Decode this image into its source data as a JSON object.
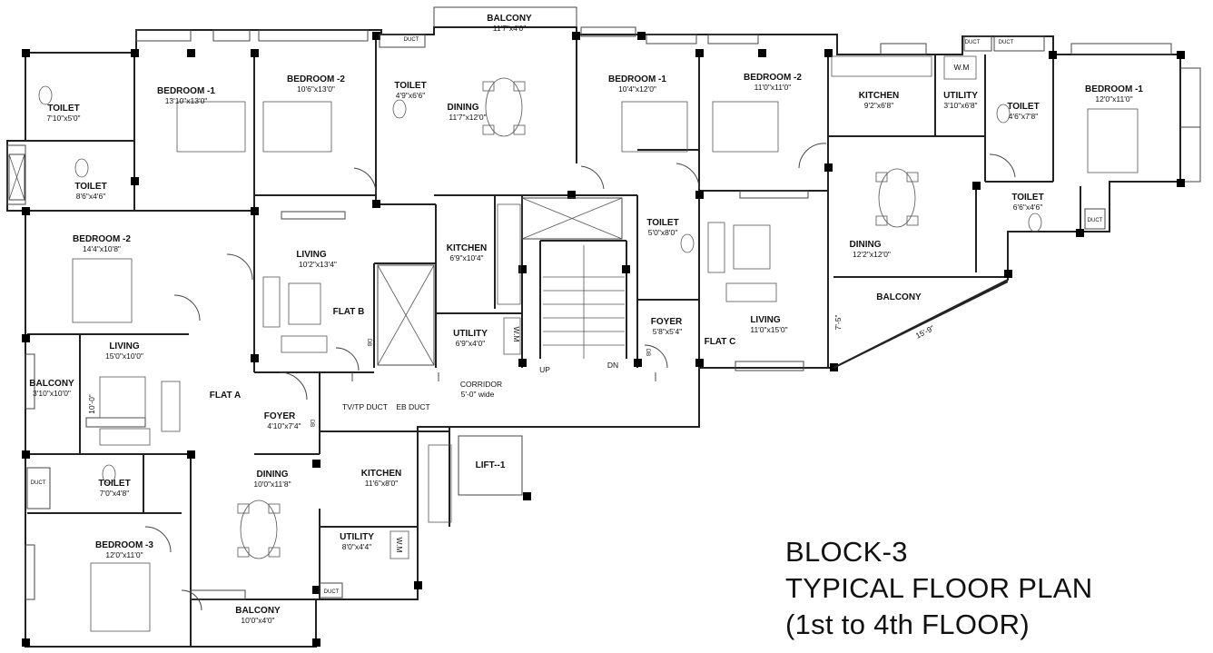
{
  "title": {
    "line1": "BLOCK-3",
    "line2": "TYPICAL FLOOR PLAN",
    "line3": "(1st to 4th FLOOR)"
  },
  "flat_a": {
    "tag": "FLAT A",
    "rooms": [
      {
        "name": "TOILET",
        "dim": "7'10\"x5'0\""
      },
      {
        "name": "BEDROOM -1",
        "dim": "13'10\"x13'0\""
      },
      {
        "name": "TOILET",
        "dim": "8'6\"x4'6\""
      },
      {
        "name": "BEDROOM -2",
        "dim": "14'4\"x10'8\""
      },
      {
        "name": "LIVING",
        "dim": "15'0\"x10'0\""
      },
      {
        "name": "BALCONY",
        "dim": "3'10\"x10'0\""
      },
      {
        "name": "TOILET",
        "dim": "7'0\"x4'8\""
      },
      {
        "name": "BEDROOM -3",
        "dim": "12'0\"x11'0\""
      },
      {
        "name": "DINING",
        "dim": "10'0\"x11'8\""
      },
      {
        "name": "BALCONY",
        "dim": "10'0\"x4'0\""
      },
      {
        "name": "FOYER",
        "dim": "4'10\"x7'4\""
      },
      {
        "name": "KITCHEN",
        "dim": "11'6\"x8'0\""
      },
      {
        "name": "UTILITY",
        "dim": "8'0\"x4'4\""
      }
    ],
    "wall_dim": "10'-0\""
  },
  "flat_b": {
    "tag": "FLAT B",
    "rooms": [
      {
        "name": "BEDROOM -2",
        "dim": "10'6\"x13'0\""
      },
      {
        "name": "TOILET",
        "dim": "4'9\"x6'6\""
      },
      {
        "name": "DINING",
        "dim": "11'7\"x12'0\""
      },
      {
        "name": "BALCONY",
        "dim": "11'7\"x4'0\""
      },
      {
        "name": "LIVING",
        "dim": "10'2\"x13'4\""
      },
      {
        "name": "KITCHEN",
        "dim": "6'9\"x10'4\""
      },
      {
        "name": "UTILITY",
        "dim": "6'9\"x4'0\""
      }
    ]
  },
  "flat_c": {
    "tag": "FLAT C",
    "rooms": [
      {
        "name": "BEDROOM -1",
        "dim": "10'4\"x12'0\""
      },
      {
        "name": "BEDROOM -2",
        "dim": "11'0\"x11'0\""
      },
      {
        "name": "TOILET",
        "dim": "5'0\"x8'0\""
      },
      {
        "name": "FOYER",
        "dim": "5'8\"x5'4\""
      },
      {
        "name": "LIVING",
        "dim": "11'0\"x15'0\""
      }
    ]
  },
  "flat_d": {
    "rooms": [
      {
        "name": "KITCHEN",
        "dim": "9'2\"x6'8\""
      },
      {
        "name": "UTILITY",
        "dim": "3'10\"x6'8\""
      },
      {
        "name": "TOILET",
        "dim": "4'6\"x7'8\""
      },
      {
        "name": "BEDROOM -1",
        "dim": "12'0\"x11'0\""
      },
      {
        "name": "TOILET",
        "dim": "6'6\"x4'6\""
      },
      {
        "name": "DINING",
        "dim": "12'2\"x12'0\""
      },
      {
        "name": "BALCONY",
        "dim": ""
      }
    ],
    "wm": "W.M",
    "balcony_edge_dim": "15'-9\"",
    "side_dim": "7'-5\""
  },
  "common": {
    "corridor": "CORRIDOR",
    "corridor_dim": "5'-0\" wide",
    "lift": "LIFT--1",
    "tvtp_duct": "TV/TP DUCT",
    "eb_duct": "EB DUCT",
    "duct": "DUCT",
    "up": "UP",
    "dn": "DN",
    "wm_short": "W.M",
    "db": "DB"
  }
}
